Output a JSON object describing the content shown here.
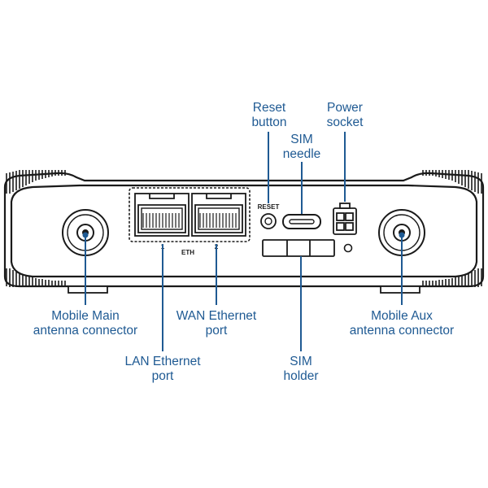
{
  "colors": {
    "label": "#1f5a93",
    "leader": "#1f5a93",
    "outline": "#1a1a1a",
    "body_fill": "#ffffff"
  },
  "device": {
    "reset_text": "RESET",
    "eth_text": "ETH",
    "port1_number": "1",
    "port2_number": "2"
  },
  "callouts": {
    "reset": {
      "line1": "Reset",
      "line2": "button"
    },
    "power": {
      "line1": "Power",
      "line2": "socket"
    },
    "sim_needle": {
      "line1": "SIM",
      "line2": "needle"
    },
    "main_antenna": {
      "line1": "Mobile Main",
      "line2": "antenna connector"
    },
    "wan": {
      "line1": "WAN Ethernet",
      "line2": "port"
    },
    "aux_antenna": {
      "line1": "Mobile Aux",
      "line2": "antenna connector"
    },
    "lan": {
      "line1": "LAN Ethernet",
      "line2": "port"
    },
    "sim_holder": {
      "line1": "SIM",
      "line2": "holder"
    }
  }
}
